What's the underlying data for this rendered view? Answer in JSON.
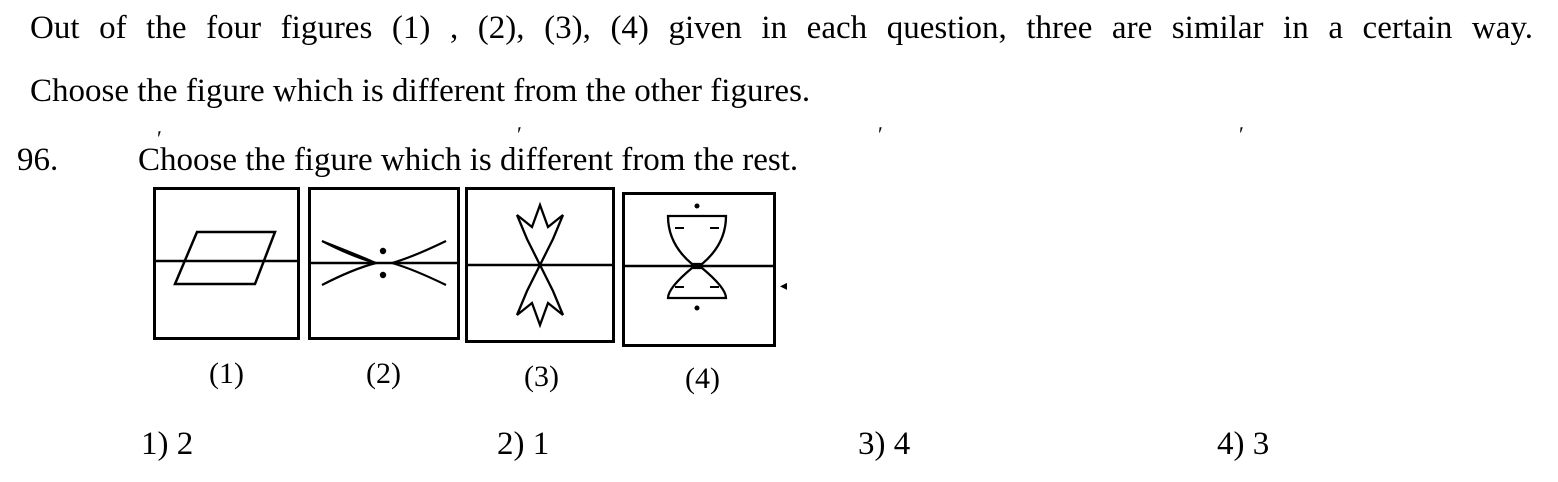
{
  "instructions": {
    "line1": "Out of the four figures (1) , (2), (3), (4) given in each question, three are similar in a certain way.",
    "line2": "Choose the figure which is different from the other figures."
  },
  "question": {
    "number": "96.",
    "text": "Choose the figure which is different from the rest."
  },
  "figures": [
    {
      "label": "(1)",
      "shape": "parallelogram-on-line"
    },
    {
      "label": "(2)",
      "shape": "curves-with-colon"
    },
    {
      "label": "(3)",
      "shape": "vertical-star"
    },
    {
      "label": "(4)",
      "shape": "domes-tip-to-tip"
    }
  ],
  "options": [
    "1) 2",
    "2) 1",
    "3) 4",
    "4) 3"
  ]
}
